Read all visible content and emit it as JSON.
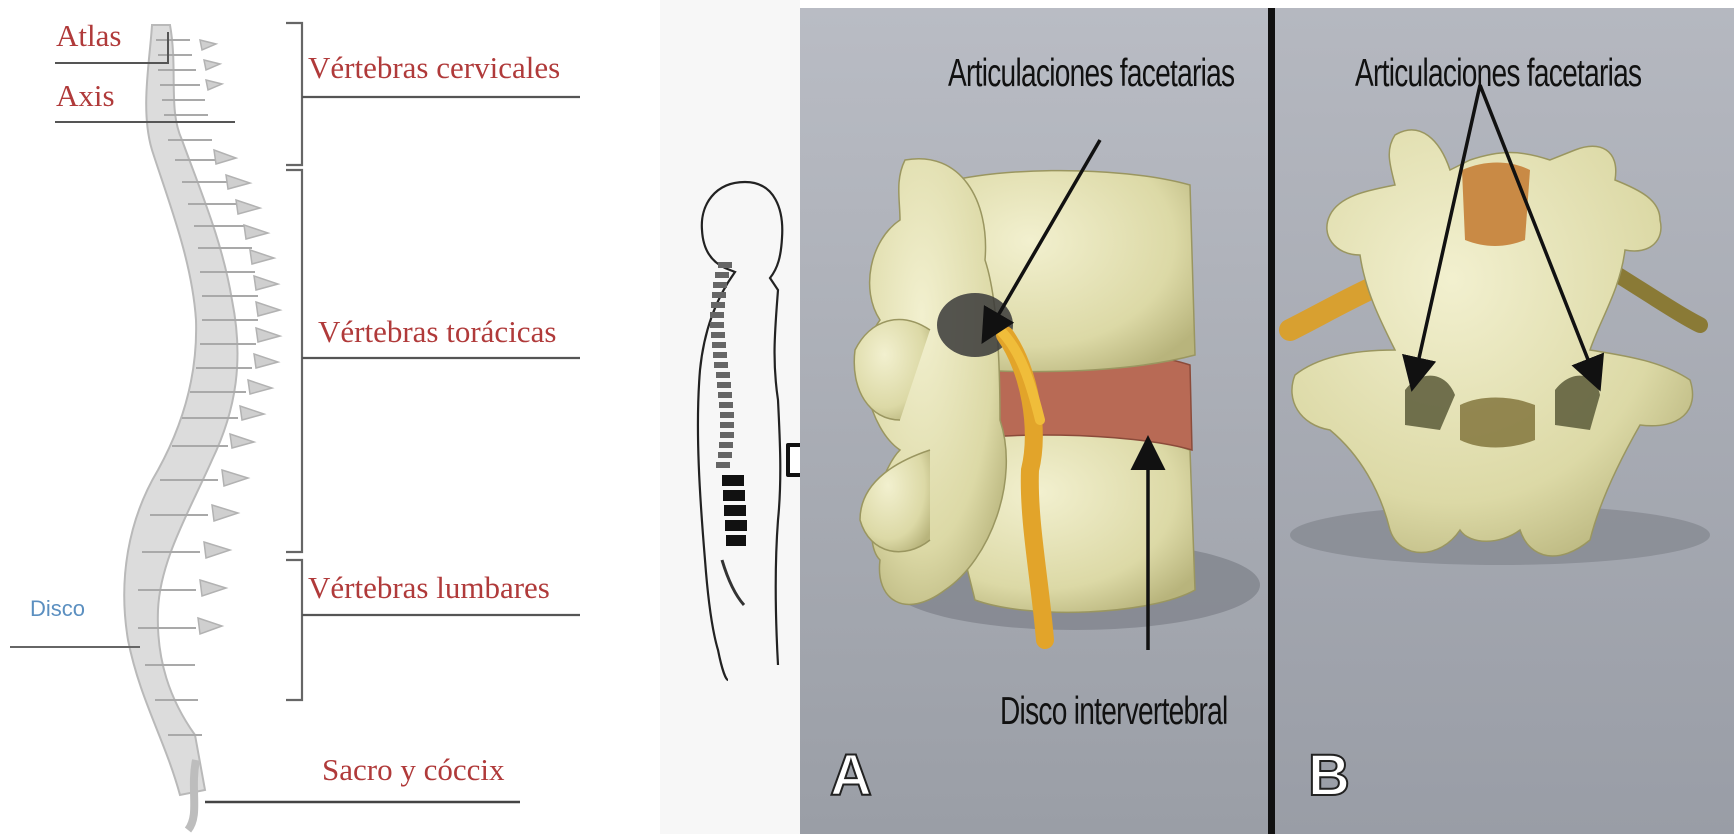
{
  "spine_labels": {
    "atlas": "Atlas",
    "axis": "Axis",
    "cervicales": "Vértebras cervicales",
    "toracicas": "Vértebras torácicas",
    "lumbares": "Vértebras lumbares",
    "sacro": "Sacro y cóccix",
    "disco": "Disco"
  },
  "photo_labels": {
    "facet_a": "Articulaciones facetarias",
    "facet_b": "Articulaciones facetarias",
    "disc": "Disco intervertebral",
    "panel_a": "A",
    "panel_b": "B"
  },
  "colors": {
    "label_red": "#b03a3a",
    "disco_blue": "#5b8fc0",
    "photo_background": "#a9acb4",
    "bone": "#e6e3b8",
    "disc_tissue": "#b86a55"
  }
}
